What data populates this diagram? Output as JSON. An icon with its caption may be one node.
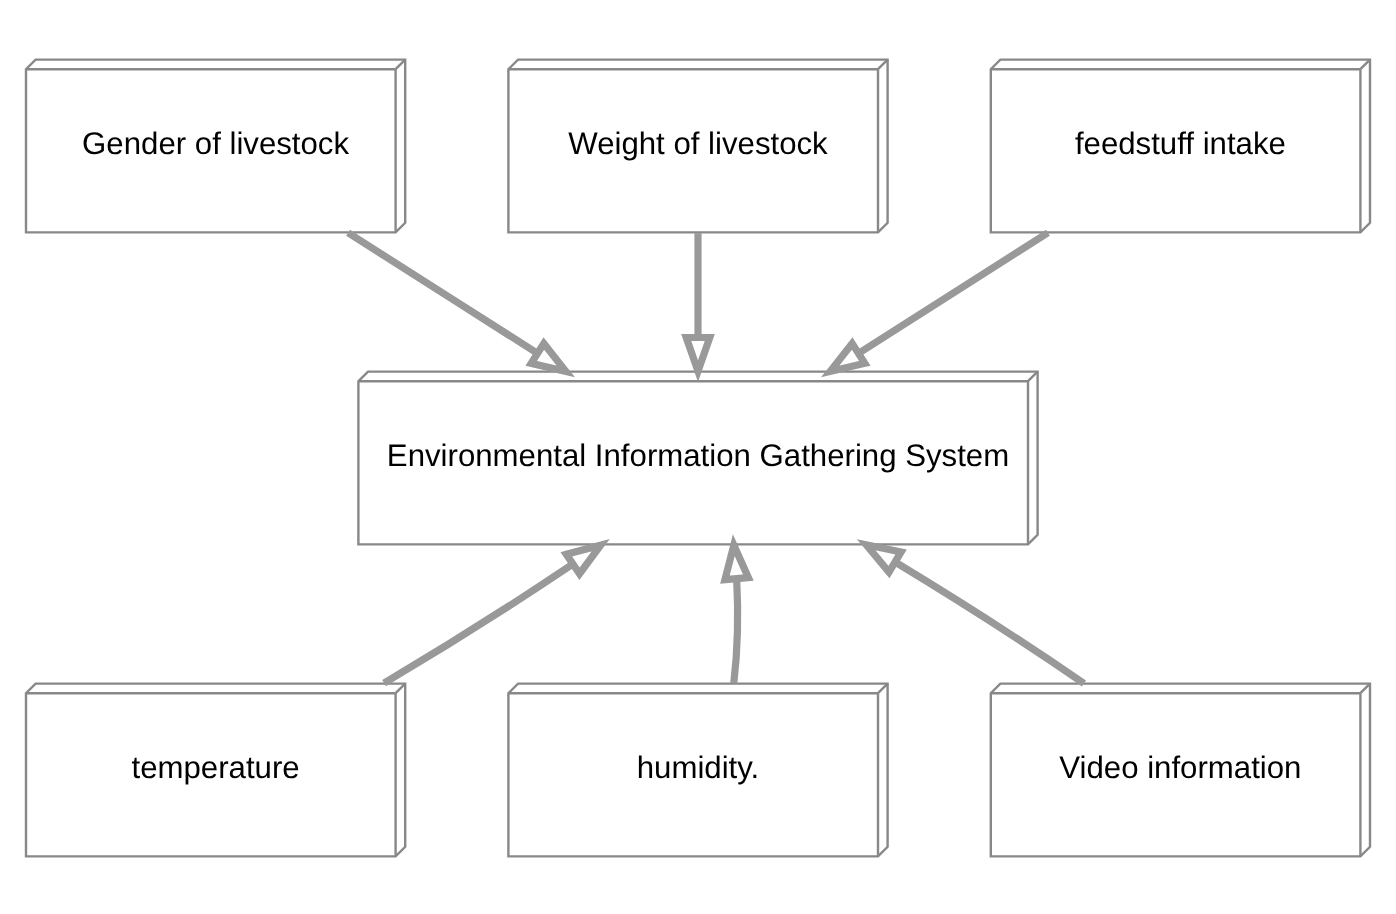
{
  "diagram": {
    "nodes": [
      {
        "text": [
          "Gender of livestock"
        ]
      },
      {
        "text": [
          "Weight of livestock"
        ]
      },
      {
        "text": [
          "feedstuff intake"
        ]
      },
      {
        "text": [
          "Environmental Information Gathering System"
        ]
      },
      {
        "text": [
          "temperature"
        ]
      },
      {
        "text": [
          "humidity."
        ]
      },
      {
        "text": [
          "Video information"
        ]
      }
    ],
    "edges": [
      {
        "from": 0,
        "to": 3,
        "arrow": "to"
      },
      {
        "from": 1,
        "to": 3,
        "arrow": "to"
      },
      {
        "from": 2,
        "to": 3,
        "arrow": "to"
      },
      {
        "from": 4,
        "to": 3,
        "arrow": "to"
      },
      {
        "from": 5,
        "to": 3,
        "arrow": "to"
      },
      {
        "from": 6,
        "to": 3,
        "arrow": "to"
      }
    ]
  }
}
